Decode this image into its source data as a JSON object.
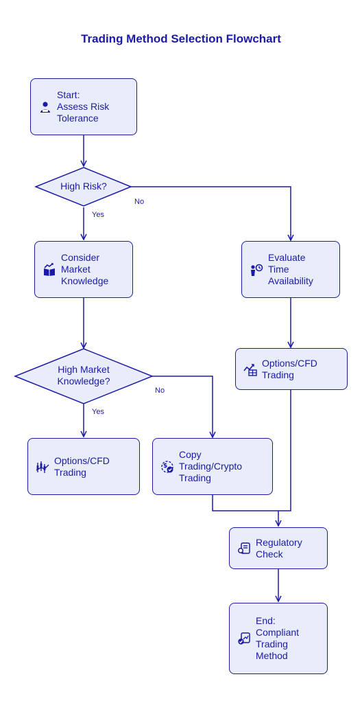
{
  "title": "Trading Method Selection Flowchart",
  "nodes": {
    "start": "Start:\nAssess Risk\nTolerance",
    "high_risk": "High Risk?",
    "consider_market": "Consider\nMarket\nKnowledge",
    "evaluate_time": "Evaluate\nTime\nAvailability",
    "high_market": "High Market\nKnowledge?",
    "options_cfd_right": "Options/CFD\nTrading",
    "options_cfd_left": "Options/CFD\nTrading",
    "copy_trading": "Copy\nTrading/Crypto\nTrading",
    "regulatory": "Regulatory\nCheck",
    "end": "End:\nCompliant\nTrading\nMethod"
  },
  "edge_labels": {
    "high_risk_yes": "Yes",
    "high_risk_no": "No",
    "high_market_yes": "Yes",
    "high_market_no": "No"
  },
  "colors": {
    "stroke": "#1a1aa6",
    "fill": "#e9edfb"
  },
  "icons": {
    "start": "person-icon",
    "consider_market": "book-chart-icon",
    "evaluate_time": "person-clock-icon",
    "options_cfd_right": "chart-table-icon",
    "options_cfd_left": "candlestick-icon",
    "copy_trading": "dollar-cycle-icon",
    "regulatory": "document-search-icon",
    "end": "check-document-icon"
  }
}
